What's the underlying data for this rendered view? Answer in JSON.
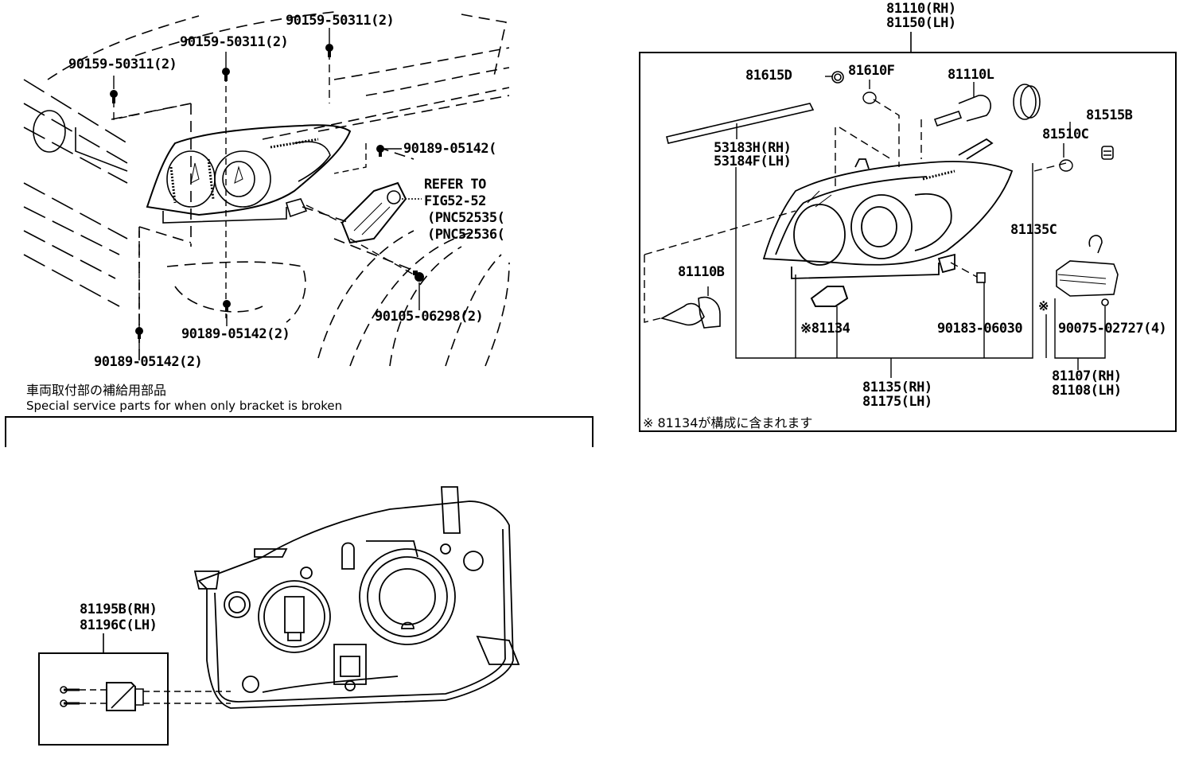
{
  "diagram": {
    "title": "Headlamp assembly parts diagram",
    "left_section": {
      "callouts": [
        {
          "part": "90159-50311(2)"
        },
        {
          "part": "90159-50311(2)"
        },
        {
          "part": "90159-50311(2)"
        },
        {
          "part": "90189-05142("
        },
        {
          "part": "90105-06298(2)"
        },
        {
          "part": "90189-05142(2)"
        },
        {
          "part": "90189-05142(2)"
        }
      ],
      "refer": {
        "line1": "REFER TO",
        "line2": "FIG52-52",
        "line3": "(PNC52535(",
        "line4": "(PNC52536("
      },
      "note_jp": "車両取付部の補給用部品",
      "note_en": "Special service parts for when only bracket is broken"
    },
    "bracket_section": {
      "label_rh": "81195B(RH)",
      "label_lh": "81196C(LH)"
    },
    "right_section": {
      "assembly_rh": "81110(RH)",
      "assembly_lh": "81150(LH)",
      "parts": {
        "p81615D": "81615D",
        "p81610F": "81610F",
        "p81110L": "81110L",
        "p81515B": "81515B",
        "p81510C": "81510C",
        "p53183H": "53183H(RH)",
        "p53184F": "53184F(LH)",
        "p81135C": "81135C",
        "p81110B": "81110B",
        "p81134": "※81134",
        "p90183": "90183-06030",
        "p90075": "90075-02727(4)",
        "p81107": "81107(RH)",
        "p81108": "81108(LH)",
        "p81135": "81135(RH)",
        "p81175": "81175(LH)",
        "mark": "※"
      },
      "footnote": "※ 81134が構成に含まれます"
    }
  }
}
